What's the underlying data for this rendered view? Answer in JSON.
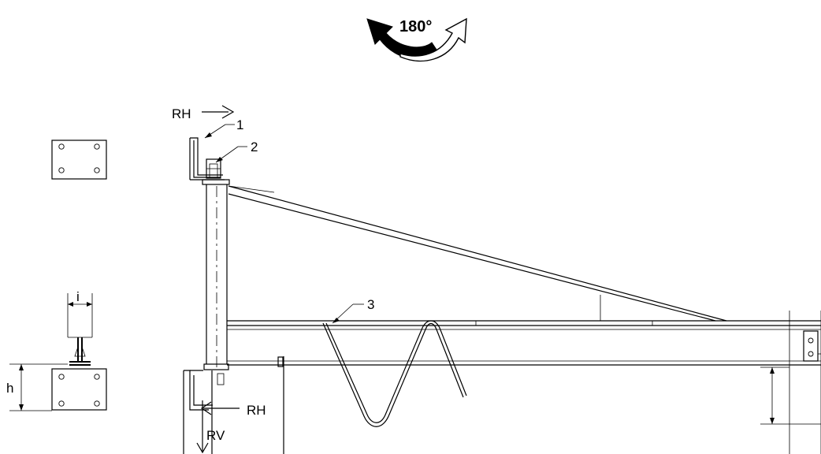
{
  "rotation": {
    "label": "180°"
  },
  "forces": {
    "rh_top": "RH",
    "rh_bottom": "RH",
    "rv": "RV"
  },
  "callouts": {
    "c1": "1",
    "c2": "2",
    "c3": "3"
  },
  "dimensions": {
    "i": "i",
    "h": "h"
  }
}
